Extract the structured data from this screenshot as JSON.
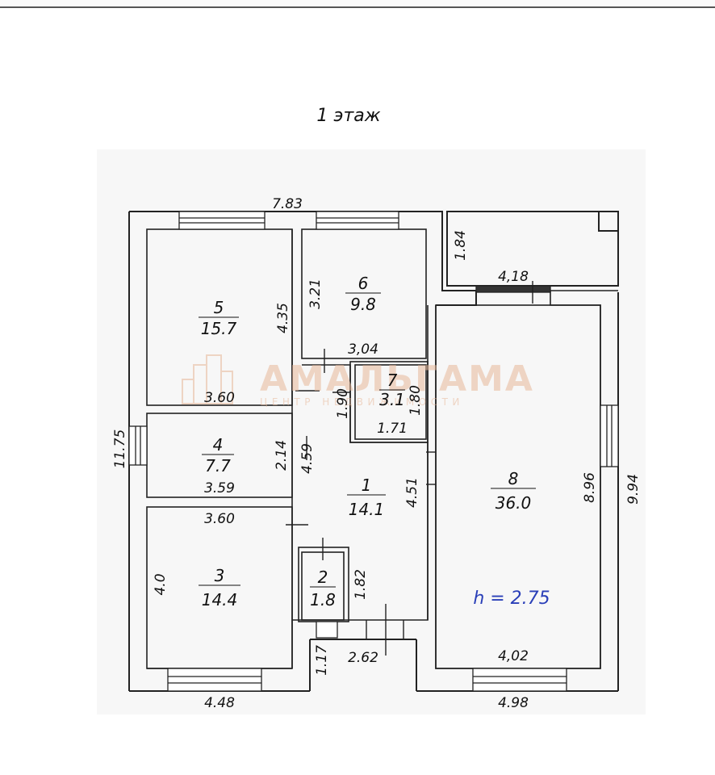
{
  "title": "1 этаж",
  "ceiling_height": "h = 2.75",
  "watermark": {
    "brand": "АМАЛЬГАМА",
    "tagline": "ЦЕНТР НЕДВИЖИМОСТИ"
  },
  "rooms": [
    {
      "number": "5",
      "area": "15.7"
    },
    {
      "number": "6",
      "area": "9.8"
    },
    {
      "number": "7",
      "area": "3.1"
    },
    {
      "number": "4",
      "area": "7.7"
    },
    {
      "number": "1",
      "area": "14.1"
    },
    {
      "number": "8",
      "area": "36.0"
    },
    {
      "number": "2",
      "area": "1.8"
    },
    {
      "number": "3",
      "area": "14.4"
    }
  ],
  "dimensions": {
    "top_total": "7.83",
    "left_total": "11.75",
    "right_total": "9.94",
    "bottom_left": "4.48",
    "bottom_right": "4.98",
    "porch_height": "1.84",
    "porch_width": "4,18",
    "r5_height": "4.35",
    "r5_width": "3.60",
    "r6_height": "3.21",
    "r6_width": "3,04",
    "r7_height_left": "1.90",
    "r7_height_right": "1.80",
    "r7_width": "1.71",
    "r4_height": "2.14",
    "r4_width": "3.59",
    "hall_height_left": "4.59",
    "hall_height_right": "4.51",
    "r3_width": "3.60",
    "r3_height": "4.0",
    "r2_height": "1.82",
    "entry_height": "1.17",
    "entry_width": "2.62",
    "r8_height": "8.96",
    "r8_width": "4,02"
  }
}
